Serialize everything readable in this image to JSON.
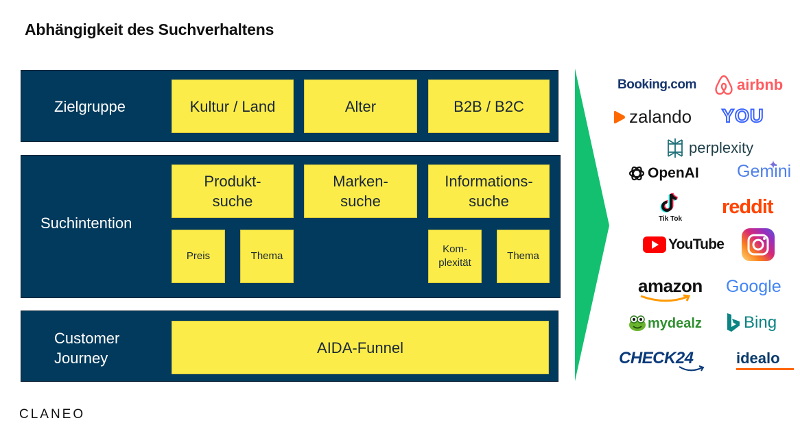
{
  "title": "Abhängigkeit des Suchverhaltens",
  "rows": {
    "zielgruppe": {
      "label": "Zielgruppe",
      "items": [
        "Kultur / Land",
        "Alter",
        "B2B / B2C"
      ]
    },
    "suchintention": {
      "label": "Suchintention",
      "items": [
        "Produkt-\nsuche",
        "Marken-\nsuche",
        "Informations-\nsuche"
      ],
      "sub_items": [
        "Preis",
        "Thema",
        "Kom-\nplexität",
        "Thema"
      ]
    },
    "customer_journey": {
      "label": "Customer\nJourney",
      "items": [
        "AIDA-Funnel"
      ]
    }
  },
  "logos": {
    "booking": "Booking.com",
    "airbnb": "airbnb",
    "zalando": "zalando",
    "you": "YOU",
    "perplexity": "perplexity",
    "openai": "OpenAI",
    "gemini": "Gemini",
    "tiktok": "Tik Tok",
    "reddit": "reddit",
    "youtube": "YouTube",
    "amazon": "amazon",
    "google": "Google",
    "mydealz": "mydealz",
    "bing": "Bing",
    "check24": "CHECK24",
    "idealo": "idealo"
  },
  "footer": {
    "brand": "CLANEO"
  },
  "colors": {
    "navy": "#013a5c",
    "yellow": "#fbec49",
    "arrow_green": "#13c070"
  }
}
